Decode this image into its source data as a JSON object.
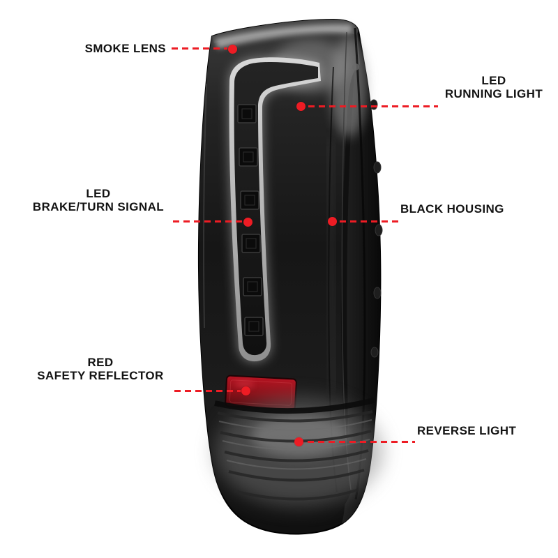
{
  "callouts": {
    "smoke_lens": {
      "lines": [
        "SMOKE LENS"
      ]
    },
    "led_running_light": {
      "lines": [
        "LED",
        "RUNNING LIGHT"
      ]
    },
    "led_brake_turn_signal": {
      "lines": [
        "LED",
        "BRAKE/TURN SIGNAL"
      ]
    },
    "black_housing": {
      "lines": [
        "BLACK HOUSING"
      ]
    },
    "red_safety_reflector": {
      "lines": [
        "RED",
        "SAFETY REFLECTOR"
      ]
    },
    "reverse_light": {
      "lines": [
        "REVERSE LIGHT"
      ]
    }
  },
  "colors": {
    "accent_red": "#ed1c24",
    "reflector_red": "#a01218",
    "housing_black": "#141414",
    "tube_gray": "#c9c9c9",
    "background": "#ffffff"
  }
}
